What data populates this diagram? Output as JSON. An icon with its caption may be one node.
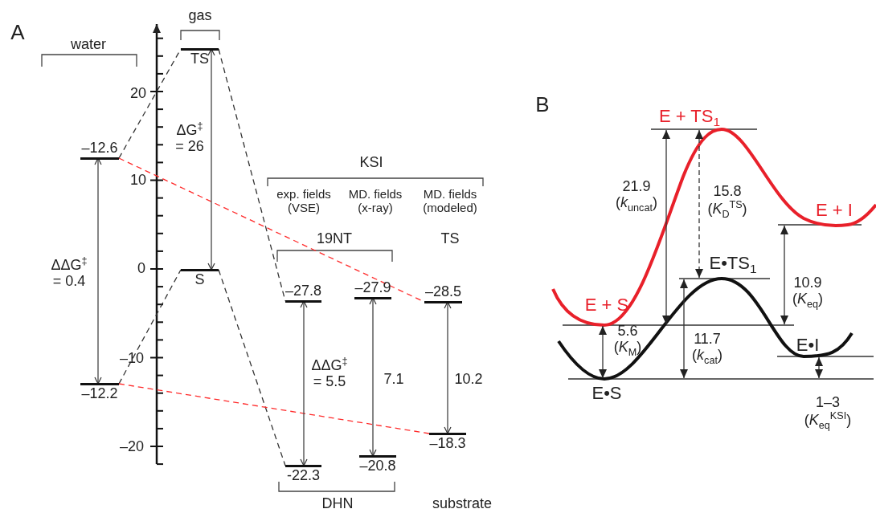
{
  "diagram": {
    "nodes": [
      {
        "text": [
          "–12.6"
        ]
      },
      {
        "text": [
          "–12.2"
        ]
      },
      {
        "text": [
          "TS"
        ]
      },
      {
        "text": [
          "S"
        ]
      },
      {
        "text": [
          "–27.8"
        ]
      },
      {
        "text": [
          "–27.9"
        ]
      },
      {
        "text": [
          "–28.5"
        ]
      },
      {
        "text": [
          "-22.3"
        ]
      },
      {
        "text": [
          "–20.8"
        ]
      },
      {
        "text": [
          "–18.3"
        ]
      }
    ],
    "edges": [
      {
        "from": 0,
        "to": 2,
        "arrow": "none",
        "style": "dashed"
      },
      {
        "from": 2,
        "to": 4,
        "arrow": "none",
        "style": "dashed"
      },
      {
        "from": 1,
        "to": 3,
        "arrow": "none",
        "style": "dashed"
      },
      {
        "from": 3,
        "to": 7,
        "arrow": "none",
        "style": "dashed"
      },
      {
        "from": 0,
        "to": 6,
        "arrow": "none",
        "style": "dashed",
        "color": "#ff2a2a"
      },
      {
        "from": 1,
        "to": 9,
        "arrow": "none",
        "style": "dashed",
        "color": "#ff2a2a"
      },
      {
        "from": 3,
        "to": 2,
        "arrow": "both",
        "label": "ΔG$^{‡}$ = 26"
      },
      {
        "from": 1,
        "to": 0,
        "arrow": "both",
        "label": "ΔΔG$^{‡}$ = 0.4"
      },
      {
        "from": 7,
        "to": 4,
        "arrow": "both",
        "label": "ΔΔG$^{‡}$ = 5.5"
      },
      {
        "from": 8,
        "to": 5,
        "arrow": "both",
        "label": "7.1"
      },
      {
        "from": 9,
        "to": 6,
        "arrow": "both",
        "label": "10.2"
      }
    ],
    "labels": [
      "A",
      "water",
      "gas",
      "20",
      "10",
      "0",
      "–10",
      "–20",
      "KSI",
      "exp. fields (VSE)",
      "MD. fields (x-ray)",
      "MD. fields (modeled)",
      "19NT",
      "TS",
      "DHN",
      "substrate",
      "B",
      "E + TS$_{1}$",
      "21.9 (*k*$_{uncat}$)",
      "15.8 (*K*$_{D}$$^{TS}$)",
      "E + I",
      "E•TS$_{1}$",
      "10.9 (*K*$_{eq}$)",
      "E + S",
      "5.6 (*K*$_{M}$)",
      "11.7 (*k*$_{cat}$)",
      "E•I",
      "E•S",
      "1–3 (*K*$_{eq}$$^{KSI}$)"
    ]
  }
}
